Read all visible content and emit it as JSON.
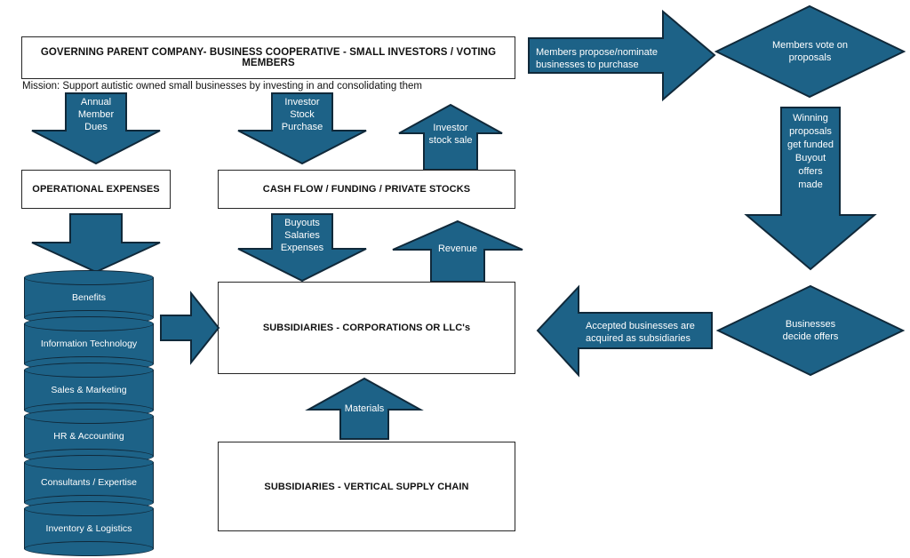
{
  "colors": {
    "accent_blue": "#1d6287",
    "shape_outline": "#10293a",
    "box_outline": "#262626",
    "box_fill": "#ffffff",
    "text_dark": "#111111",
    "text_light": "#ffffff",
    "page_background": "#ffffff"
  },
  "left_column": {
    "governing_box": "GOVERNING PARENT COMPANY- BUSINESS COOPERATIVE - SMALL INVESTORS / VOTING MEMBERS",
    "mission": "Mission: Support autistic owned small businesses by investing in and consolidating them",
    "operational_box": "OPERATIONAL EXPENSES",
    "cashflow_box": "CASH FLOW / FUNDING / PRIVATE STOCKS",
    "subsidiaries_box": "SUBSIDIARIES - CORPORATIONS OR LLC's",
    "supplychain_box": "SUBSIDIARIES - VERTICAL SUPPLY CHAIN"
  },
  "flow_arrows": {
    "annual_member_dues": "Annual\nMember\nDues",
    "annual_member_dues_lines": [
      "Annual",
      "Member",
      "Dues"
    ],
    "investor_stock_purchase_lines": [
      "Investor",
      "Stock",
      "Purchase"
    ],
    "investor_stock_sale_lines": [
      "Investor",
      "stock sale"
    ],
    "operational_to_services": "",
    "buyouts_lines": [
      "Buyouts",
      "Salaries",
      "Expenses"
    ],
    "revenue": "Revenue",
    "materials": "Materials",
    "services_to_subsidiaries": ""
  },
  "right_column": {
    "propose_arrow_lines": [
      "Members propose/nominate",
      "businesses to purchase"
    ],
    "vote_diamond_lines": [
      "Members vote on",
      "proposals"
    ],
    "winning_arrow_lines": [
      "Winning",
      "proposals",
      "get funded",
      "Buyout",
      "offers",
      "made"
    ],
    "decide_diamond_lines": [
      "Businesses",
      "decide offers"
    ],
    "acquired_arrow_lines": [
      "Accepted businesses are",
      "acquired as subsidiaries"
    ]
  },
  "shared_services": {
    "items": [
      {
        "label": "Benefits"
      },
      {
        "label": "Information Technology"
      },
      {
        "label": "Sales & Marketing"
      },
      {
        "label": "HR & Accounting"
      },
      {
        "label": "Consultants / Expertise"
      },
      {
        "label": "Inventory & Logistics"
      }
    ]
  }
}
